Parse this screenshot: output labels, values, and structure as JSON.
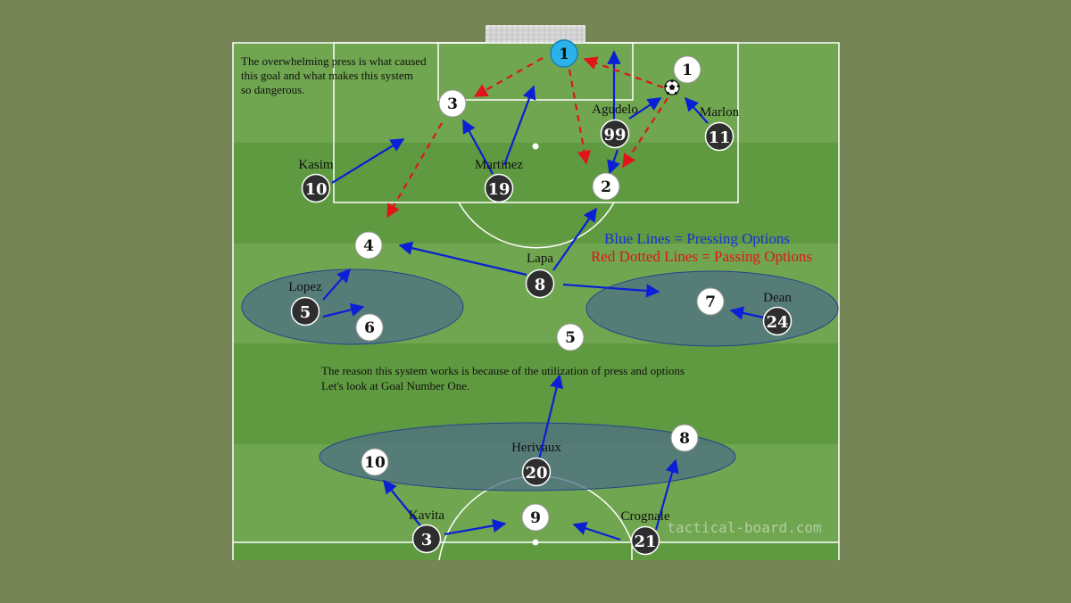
{
  "colors": {
    "background": "#758556",
    "pitch_light": "#6fa64f",
    "pitch_dark": "#5f9a40",
    "line": "#ffffff",
    "press_arrow": "#0a1fd6",
    "pass_arrow": "#e0151b",
    "own_player": "#2e2e2e",
    "opponent": "#ffffff",
    "goalkeeper": "#29b3ea",
    "zone_fill": "#4e6e85"
  },
  "notes": {
    "press_note": [
      "The overwhelming press is what caused",
      "this goal and what makes this system",
      "so dangerous."
    ],
    "system_note": [
      "The reason this system works is because of the utilization of press and options",
      "Let's look at Goal Number One."
    ]
  },
  "legend": {
    "pressing": "Blue Lines = Pressing Options",
    "passing": "Red Dotted Lines = Passing Options"
  },
  "watermark": "tactical-board.com",
  "ball_icon": "soccer-ball-icon",
  "own_players": [
    {
      "number": "99",
      "name": "Agudelo"
    },
    {
      "number": "11",
      "name": "Marlon"
    },
    {
      "number": "10",
      "name": "Kasim"
    },
    {
      "number": "19",
      "name": "Martinez"
    },
    {
      "number": "8",
      "name": "Lapa"
    },
    {
      "number": "5",
      "name": "Lopez"
    },
    {
      "number": "24",
      "name": "Dean"
    },
    {
      "number": "20",
      "name": "Herivaux"
    },
    {
      "number": "3",
      "name": "Kavita"
    },
    {
      "number": "21",
      "name": "Crognale"
    }
  ],
  "opponents": [
    {
      "number": "1",
      "role": "goalkeeper"
    },
    {
      "number": "1"
    },
    {
      "number": "3"
    },
    {
      "number": "2"
    },
    {
      "number": "4"
    },
    {
      "number": "6"
    },
    {
      "number": "7"
    },
    {
      "number": "5"
    },
    {
      "number": "10"
    },
    {
      "number": "8"
    },
    {
      "number": "9"
    }
  ]
}
